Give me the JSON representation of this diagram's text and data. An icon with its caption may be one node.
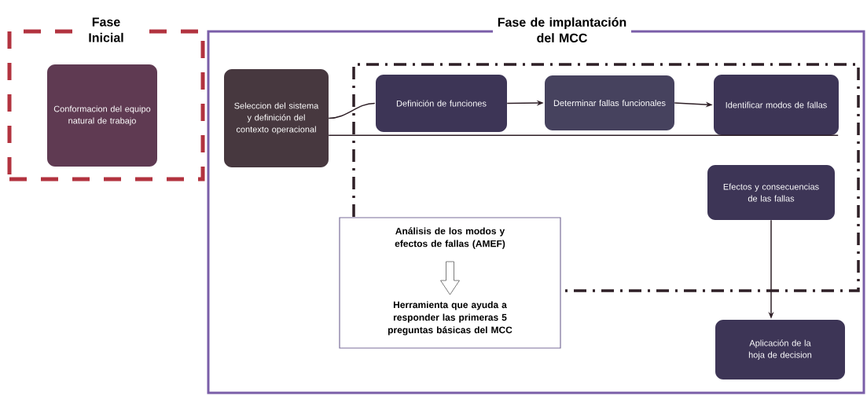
{
  "diagram": {
    "nodes": [
      {
        "text": [
          "Fase Inicial"
        ]
      },
      {
        "text": [
          "Conformacion del equipo natural de trabajo"
        ],
        "in": 0
      },
      {
        "text": [
          "Fase de implantación del MCC"
        ]
      },
      {
        "text": [
          "Seleccion del sistema y definición del contexto operacional"
        ],
        "in": 2
      },
      {
        "text": [],
        "shape": "box",
        "in": 2
      },
      {
        "text": [
          "Definición de funciones"
        ],
        "in": 4
      },
      {
        "text": [
          "Determinar fallas funcionales"
        ],
        "in": 4
      },
      {
        "text": [
          "Identificar modos de fallas"
        ],
        "in": 4
      },
      {
        "text": [
          "Efectos y consecuencias de las fallas"
        ],
        "in": 4
      },
      {
        "text": [
          "Análisis de los modos y efectos de fallas (AMEF)",
          "Herramienta que ayuda a responder las primeras 5 preguntas básicas del MCC"
        ],
        "in": 2
      },
      {
        "text": [
          "Aplicación de la hoja de decision"
        ],
        "in": 2
      }
    ],
    "edges": [
      {
        "from": 3,
        "to": 5,
        "arrow": "none"
      },
      {
        "from": 5,
        "to": 6,
        "arrow": "to"
      },
      {
        "from": 6,
        "to": 7,
        "arrow": "to"
      },
      {
        "from": 8,
        "to": 10,
        "arrow": "to"
      },
      {
        "from": 3,
        "to": 7,
        "arrow": "none"
      }
    ]
  }
}
